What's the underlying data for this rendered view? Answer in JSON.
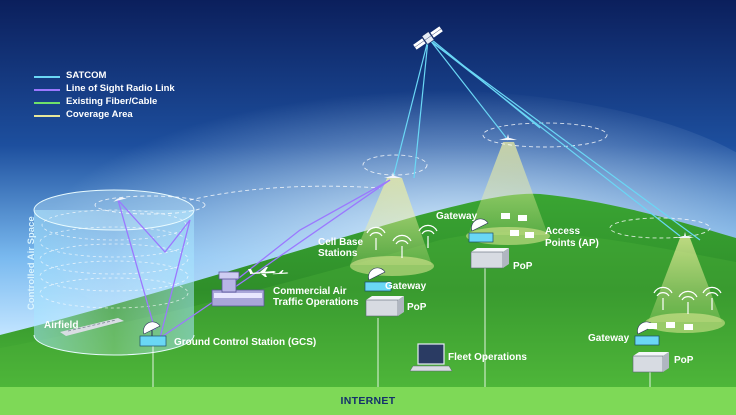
{
  "colors": {
    "sky_top": "#0b1f5c",
    "sky_glow": "#9fd3ff",
    "hill": "#2e8f28",
    "hill_light": "#5cc43a",
    "internet_bar": "#7ed957",
    "satcom": "#6ad7f5",
    "radio_link": "#9b78ff",
    "fiber": "#6fe06a",
    "coverage": "#e7e79a"
  },
  "legend": [
    {
      "label": "SATCOM",
      "color": "#6ad7f5"
    },
    {
      "label": "Line of Sight Radio Link",
      "color": "#9b78ff"
    },
    {
      "label": "Existing Fiber/Cable",
      "color": "#6fe06a"
    },
    {
      "label": "Coverage Area",
      "color": "#e7e79a"
    }
  ],
  "labels": {
    "controlled_air_space": "Controlled Air Space",
    "airfield": "Airfield",
    "ground_control_station": "Ground Control Station (GCS)",
    "commercial_air_line1": "Commercial Air",
    "commercial_air_line2": "Traffic Operations",
    "cell_base_line1": "Cell Base",
    "cell_base_line2": "Stations",
    "gateway_center": "Gateway",
    "pop_center": "PoP",
    "gateway_top": "Gateway",
    "access_points_line1": "Access",
    "access_points_line2": "Points (AP)",
    "pop_top": "PoP",
    "gateway_right": "Gateway",
    "pop_right": "PoP",
    "fleet_operations": "Fleet Operations",
    "internet": "INTERNET"
  },
  "icons": [
    "satellite-icon",
    "drone-icon",
    "airplane-icon",
    "cell-tower-icon",
    "satellite-dish-icon",
    "server-icon",
    "laptop-icon",
    "control-tower-icon",
    "wifi-access-point-icon"
  ]
}
